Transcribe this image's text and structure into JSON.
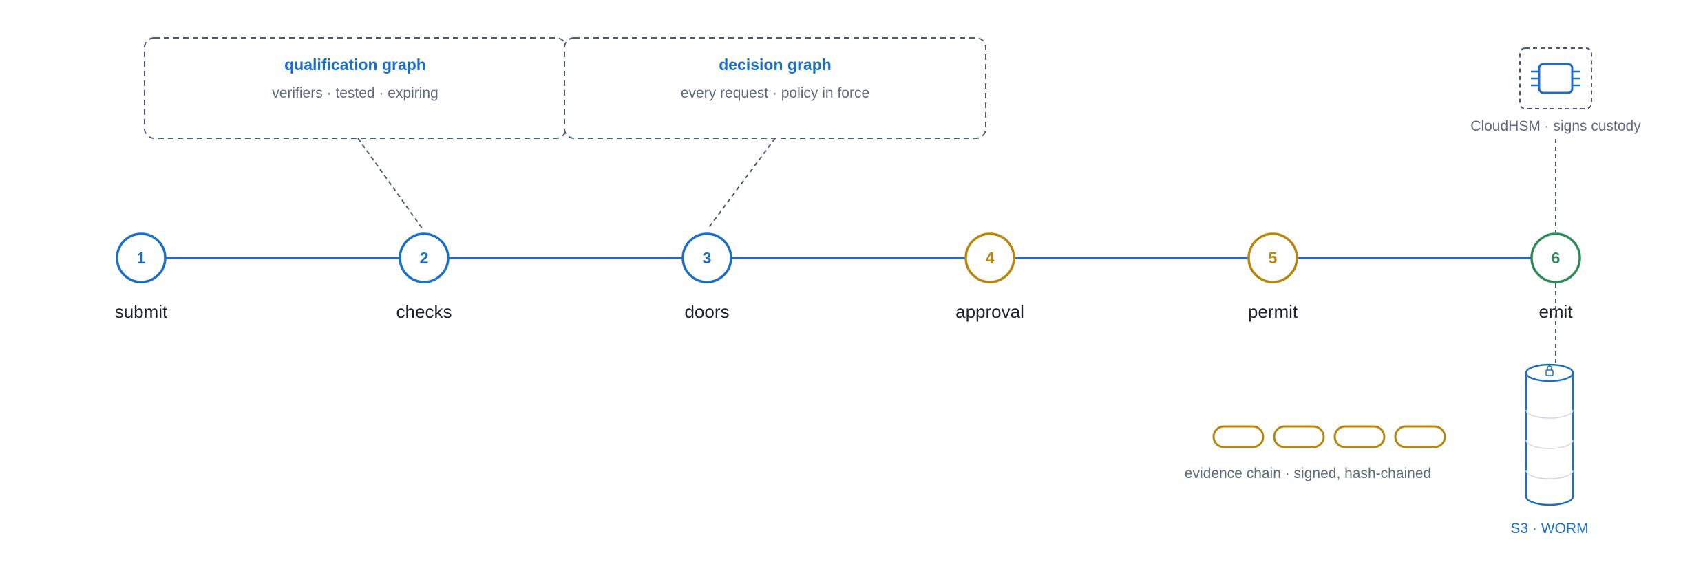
{
  "colors": {
    "blue": "#1a6fc8",
    "gold": "#b8860b",
    "green": "#2e8b57",
    "line": "#1a6fc8",
    "dashed": "#4a5a78",
    "muted": "#5f6b7d",
    "label": "#1f2328",
    "hsm_caption": "#5f6b7d",
    "s3_caption": "#1a6fc8"
  },
  "boxes": [
    {
      "title": "qualification graph",
      "subtitle": "verifiers · tested · expiring"
    },
    {
      "title": "decision graph",
      "subtitle": "every request · policy in force"
    }
  ],
  "steps": [
    {
      "number": "1",
      "label": "submit",
      "color": "blue"
    },
    {
      "number": "2",
      "label": "checks",
      "color": "blue"
    },
    {
      "number": "3",
      "label": "doors",
      "color": "blue"
    },
    {
      "number": "4",
      "label": "approval",
      "color": "gold"
    },
    {
      "number": "5",
      "label": "permit",
      "color": "gold"
    },
    {
      "number": "6",
      "label": "emit",
      "color": "green"
    }
  ],
  "hsm": {
    "caption": "CloudHSM · signs custody",
    "icon": "chip-icon"
  },
  "evidence": {
    "caption": "evidence chain · signed, hash-chained",
    "link_count": 4
  },
  "storage": {
    "caption": "S3 · WORM",
    "icon": "database-cylinder-icon"
  }
}
